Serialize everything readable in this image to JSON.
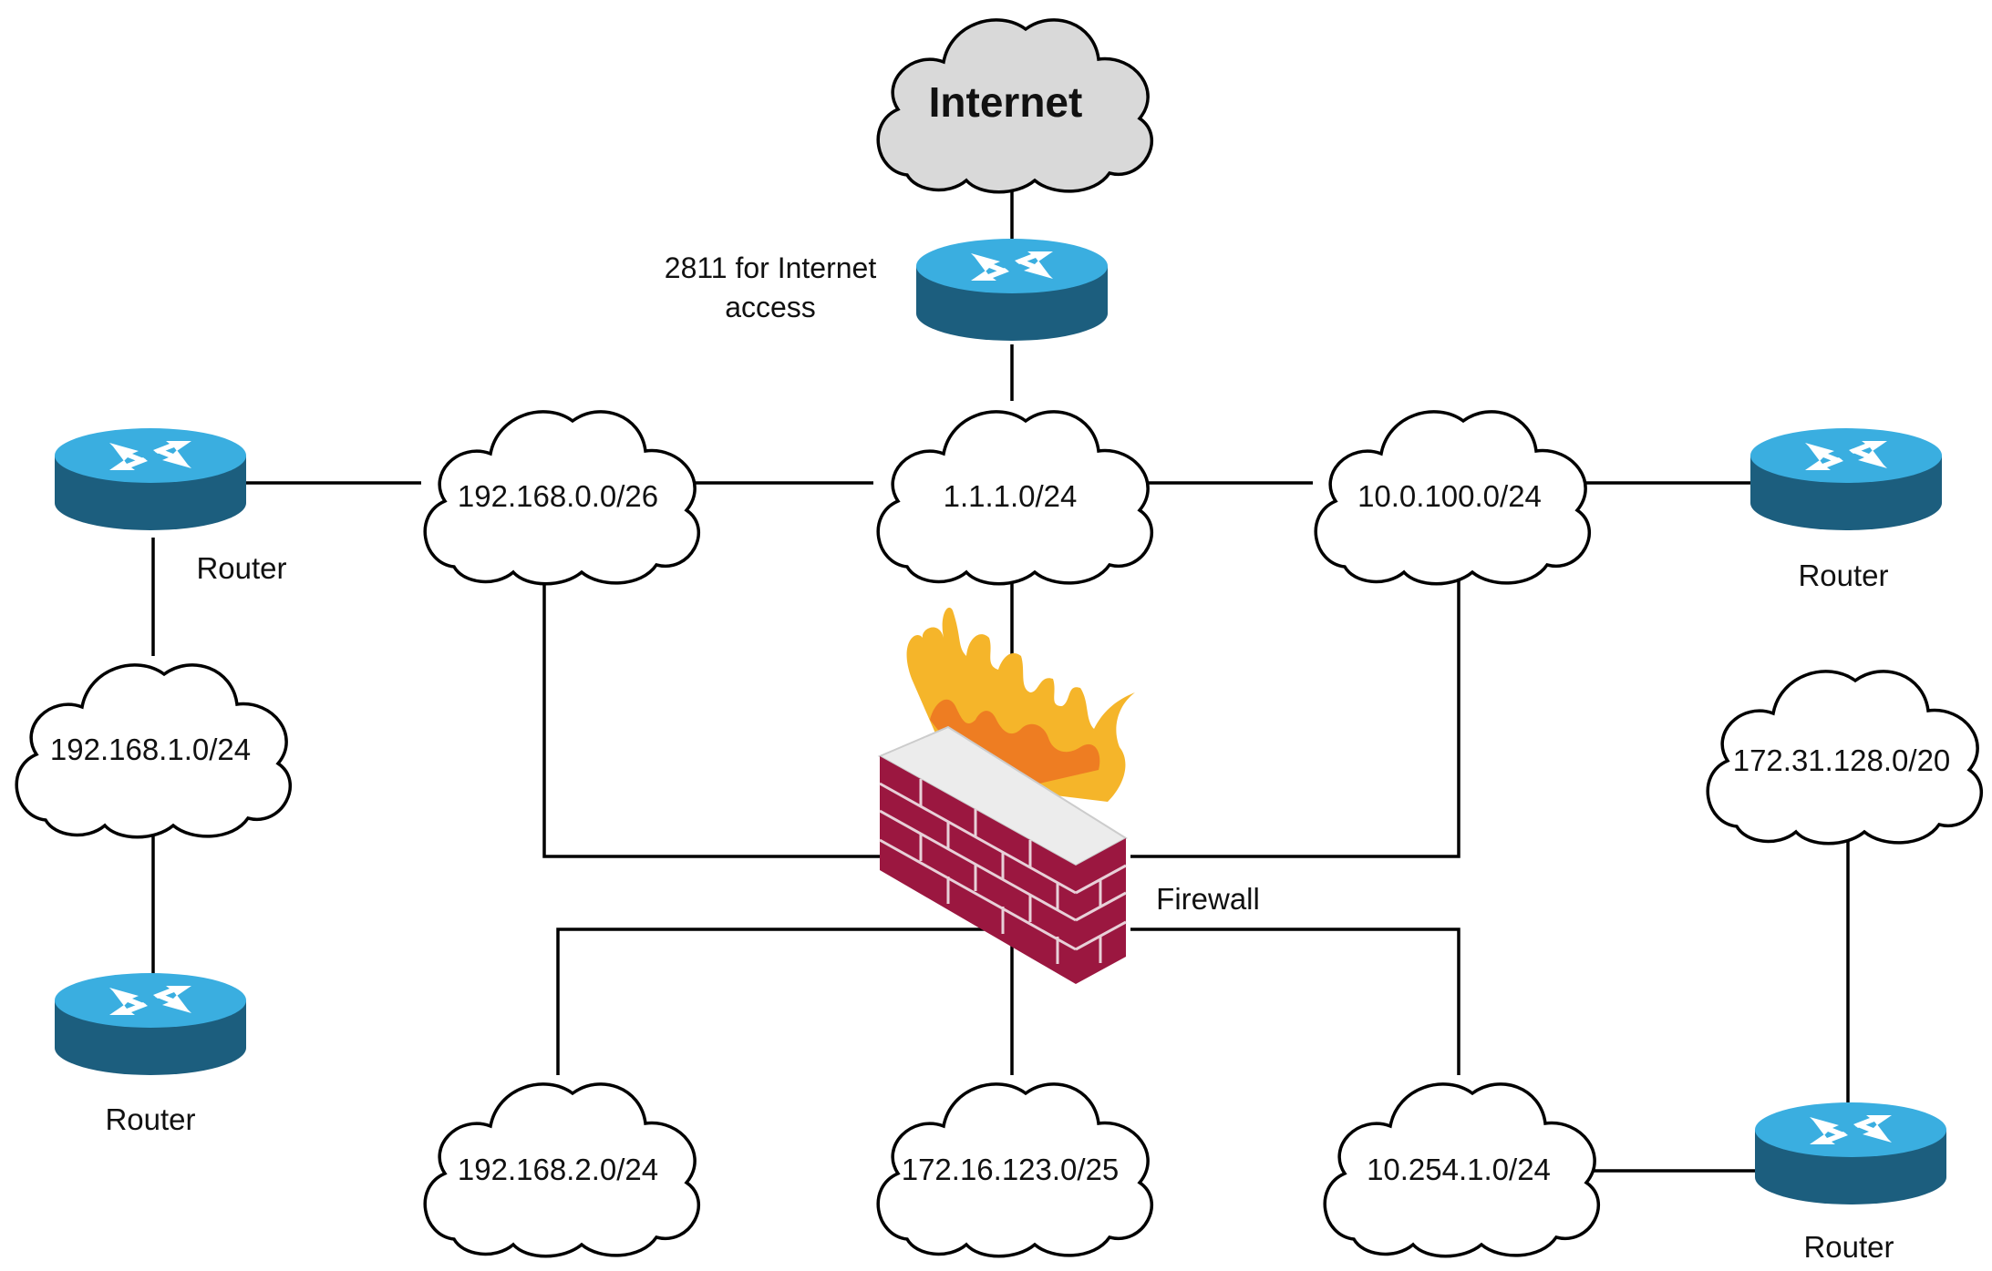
{
  "diagram": {
    "internet": {
      "label": "Internet"
    },
    "gateway_router": {
      "label": "2811 for Internet",
      "label_line2": "access"
    },
    "firewall": {
      "label": "Firewall"
    },
    "networks": {
      "net_192_168_0_0": "192.168.0.0/26",
      "net_1_1_1_0": "1.1.1.0/24",
      "net_10_0_100_0": "10.0.100.0/24",
      "net_192_168_1_0": "192.168.1.0/24",
      "net_172_31_128_0": "172.31.128.0/20",
      "net_192_168_2_0": "192.168.2.0/24",
      "net_172_16_123_0": "172.16.123.0/25",
      "net_10_254_1_0": "10.254.1.0/24"
    },
    "routers": {
      "left_top": "Router",
      "right_top": "Router",
      "left_bottom": "Router",
      "right_bottom": "Router"
    },
    "colors": {
      "router_top": "#3aaee0",
      "router_body": "#1c5e7e",
      "cloud_internet": "#d9d9d9",
      "cloud_network": "#ffffff",
      "brick": "#9b1740",
      "flame_outer": "#f5b52a",
      "flame_inner": "#ee7d22",
      "line": "#000000"
    }
  }
}
